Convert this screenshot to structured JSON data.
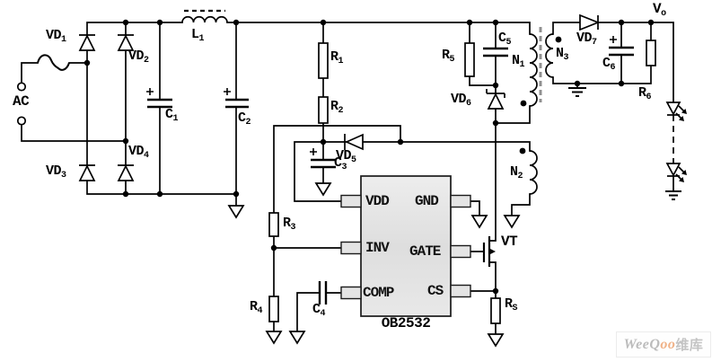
{
  "labels": {
    "ac": "AC",
    "vd1": {
      "m": "VD",
      "s": "1"
    },
    "vd2": {
      "m": "VD",
      "s": "2"
    },
    "vd3": {
      "m": "VD",
      "s": "3"
    },
    "vd4": {
      "m": "VD",
      "s": "4"
    },
    "vd5": {
      "m": "VD",
      "s": "5"
    },
    "vd6": {
      "m": "VD",
      "s": "6"
    },
    "vd7": {
      "m": "VD",
      "s": "7"
    },
    "c1": {
      "m": "C",
      "s": "1"
    },
    "c2": {
      "m": "C",
      "s": "2"
    },
    "c3": {
      "m": "C",
      "s": "3"
    },
    "c4": {
      "m": "C",
      "s": "4"
    },
    "c5": {
      "m": "C",
      "s": "5"
    },
    "c6": {
      "m": "C",
      "s": "6"
    },
    "r1": {
      "m": "R",
      "s": "1"
    },
    "r2": {
      "m": "R",
      "s": "2"
    },
    "r3": {
      "m": "R",
      "s": "3"
    },
    "r4": {
      "m": "R",
      "s": "4"
    },
    "r5": {
      "m": "R",
      "s": "5"
    },
    "r6": {
      "m": "R",
      "s": "6"
    },
    "rs": {
      "m": "R",
      "s": "S"
    },
    "l1": {
      "m": "L",
      "s": "1"
    },
    "n1": {
      "m": "N",
      "s": "1"
    },
    "n2": {
      "m": "N",
      "s": "2"
    },
    "n3": {
      "m": "N",
      "s": "3"
    },
    "vt": "VT",
    "vo": {
      "m": "V",
      "s": "o"
    }
  },
  "ic": {
    "part": "OB2532",
    "pins": {
      "vdd": "VDD",
      "gnd": "GND",
      "inv": "INV",
      "gate": "GATE",
      "comp": "COMP",
      "cs": "CS"
    }
  },
  "watermark": {
    "part1": "WeeQ",
    "part2": "oo",
    "part3": "维库"
  },
  "colors": {
    "wire": "#000000",
    "ic_fill": "#e4e4e4",
    "core": "#909090",
    "watermark_text": "#bcbcbc",
    "watermark_accent": "#f0b287"
  }
}
